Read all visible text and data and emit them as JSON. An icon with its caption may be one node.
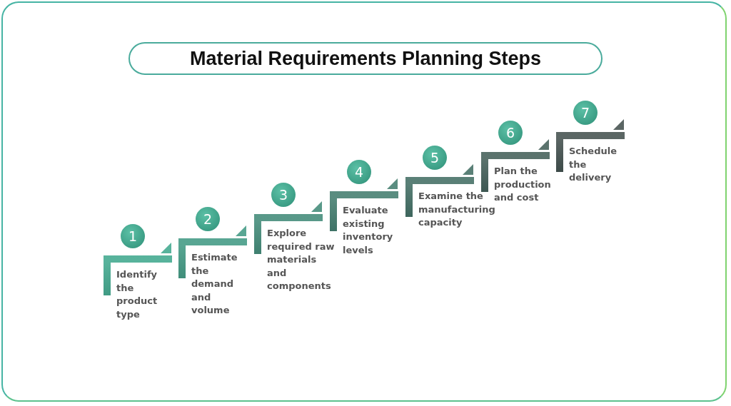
{
  "diagram": {
    "title": "Material Requirements Planning Steps",
    "nodes": [
      {
        "text": [
          "1",
          "Identify the product type"
        ]
      },
      {
        "text": [
          "2",
          "Estimate the demand and volume"
        ]
      },
      {
        "text": [
          "3",
          "Explore required raw materials and components"
        ]
      },
      {
        "text": [
          "4",
          "Evaluate existing inventory levels"
        ]
      },
      {
        "text": [
          "5",
          "Examine the manufacturing capacity"
        ]
      },
      {
        "text": [
          "6",
          "Plan the production and cost"
        ]
      },
      {
        "text": [
          "7",
          "Schedule the delivery"
        ]
      }
    ]
  }
}
